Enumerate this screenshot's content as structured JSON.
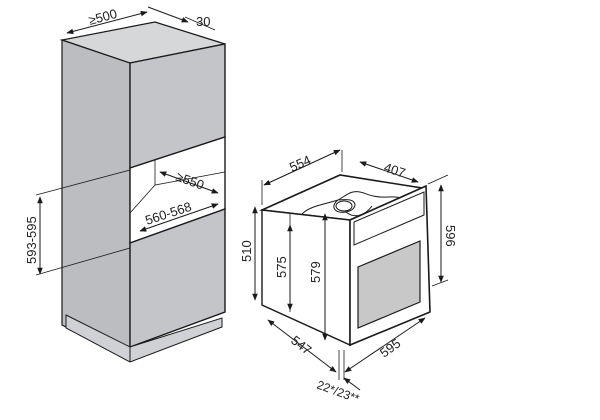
{
  "diagram": {
    "type": "installation-dimensions",
    "colors": {
      "cabinet_face": "#c4c5c8",
      "cabinet_side": "#b9babd",
      "cabinet_top": "#d6d7d9",
      "niche_interior": "#ffffff",
      "oven_window": "#c8c8c8",
      "outline": "#1a1a1a"
    },
    "cabinet": {
      "label": "tall-cabinet-niche",
      "dimensions": {
        "depth": "≥500",
        "rear_gap": "30",
        "niche_depth": "≥550",
        "niche_width": "560-568",
        "niche_height": "593-595"
      }
    },
    "oven": {
      "label": "built-in-oven",
      "dimensions": {
        "body_depth": "554",
        "body_width": "407",
        "side_height": "510",
        "body_height_front": "575",
        "body_height": "579",
        "front_height": "596",
        "side_depth": "547",
        "front_width": "595",
        "front_thickness": "22*/23**"
      }
    }
  }
}
